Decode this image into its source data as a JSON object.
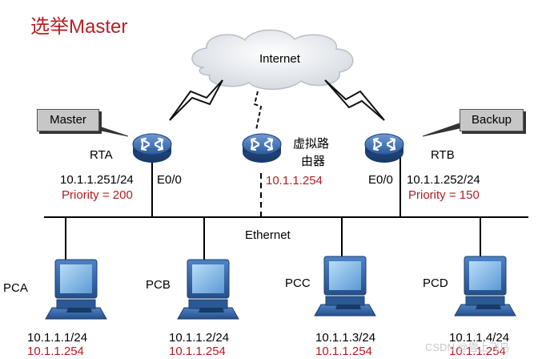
{
  "title": "选举Master",
  "internet_label": "Internet",
  "ethernet_label": "Ethernet",
  "colors": {
    "title": "#b52025",
    "red_text": "#b01e1e",
    "router_blue": "#2f63a8",
    "pc_blue": "#3d73bd"
  },
  "routers": {
    "rta": {
      "name": "RTA",
      "role": "Master",
      "ip": "10.1.1.251/24",
      "priority": "Priority = 200",
      "port": "E0/0"
    },
    "virtual": {
      "name_line1": "虚拟路",
      "name_line2": "由器",
      "ip": "10.1.1.254"
    },
    "rtb": {
      "name": "RTB",
      "role": "Backup",
      "ip": "10.1.1.252/24",
      "priority": "Priority = 150",
      "port": "E0/0"
    }
  },
  "pcs": [
    {
      "name": "PCA",
      "ip": "10.1.1.1/24",
      "gateway": "10.1.1.254"
    },
    {
      "name": "PCB",
      "ip": "10.1.1.2/24",
      "gateway": "10.1.1.254"
    },
    {
      "name": "PCC",
      "ip": "10.1.1.3/24",
      "gateway": "10.1.1.254"
    },
    {
      "name": "PCD",
      "ip": "10.1.1.4/24",
      "gateway": "10.1.1.254"
    }
  ],
  "watermark": "CSDN @雪上飞鸟"
}
